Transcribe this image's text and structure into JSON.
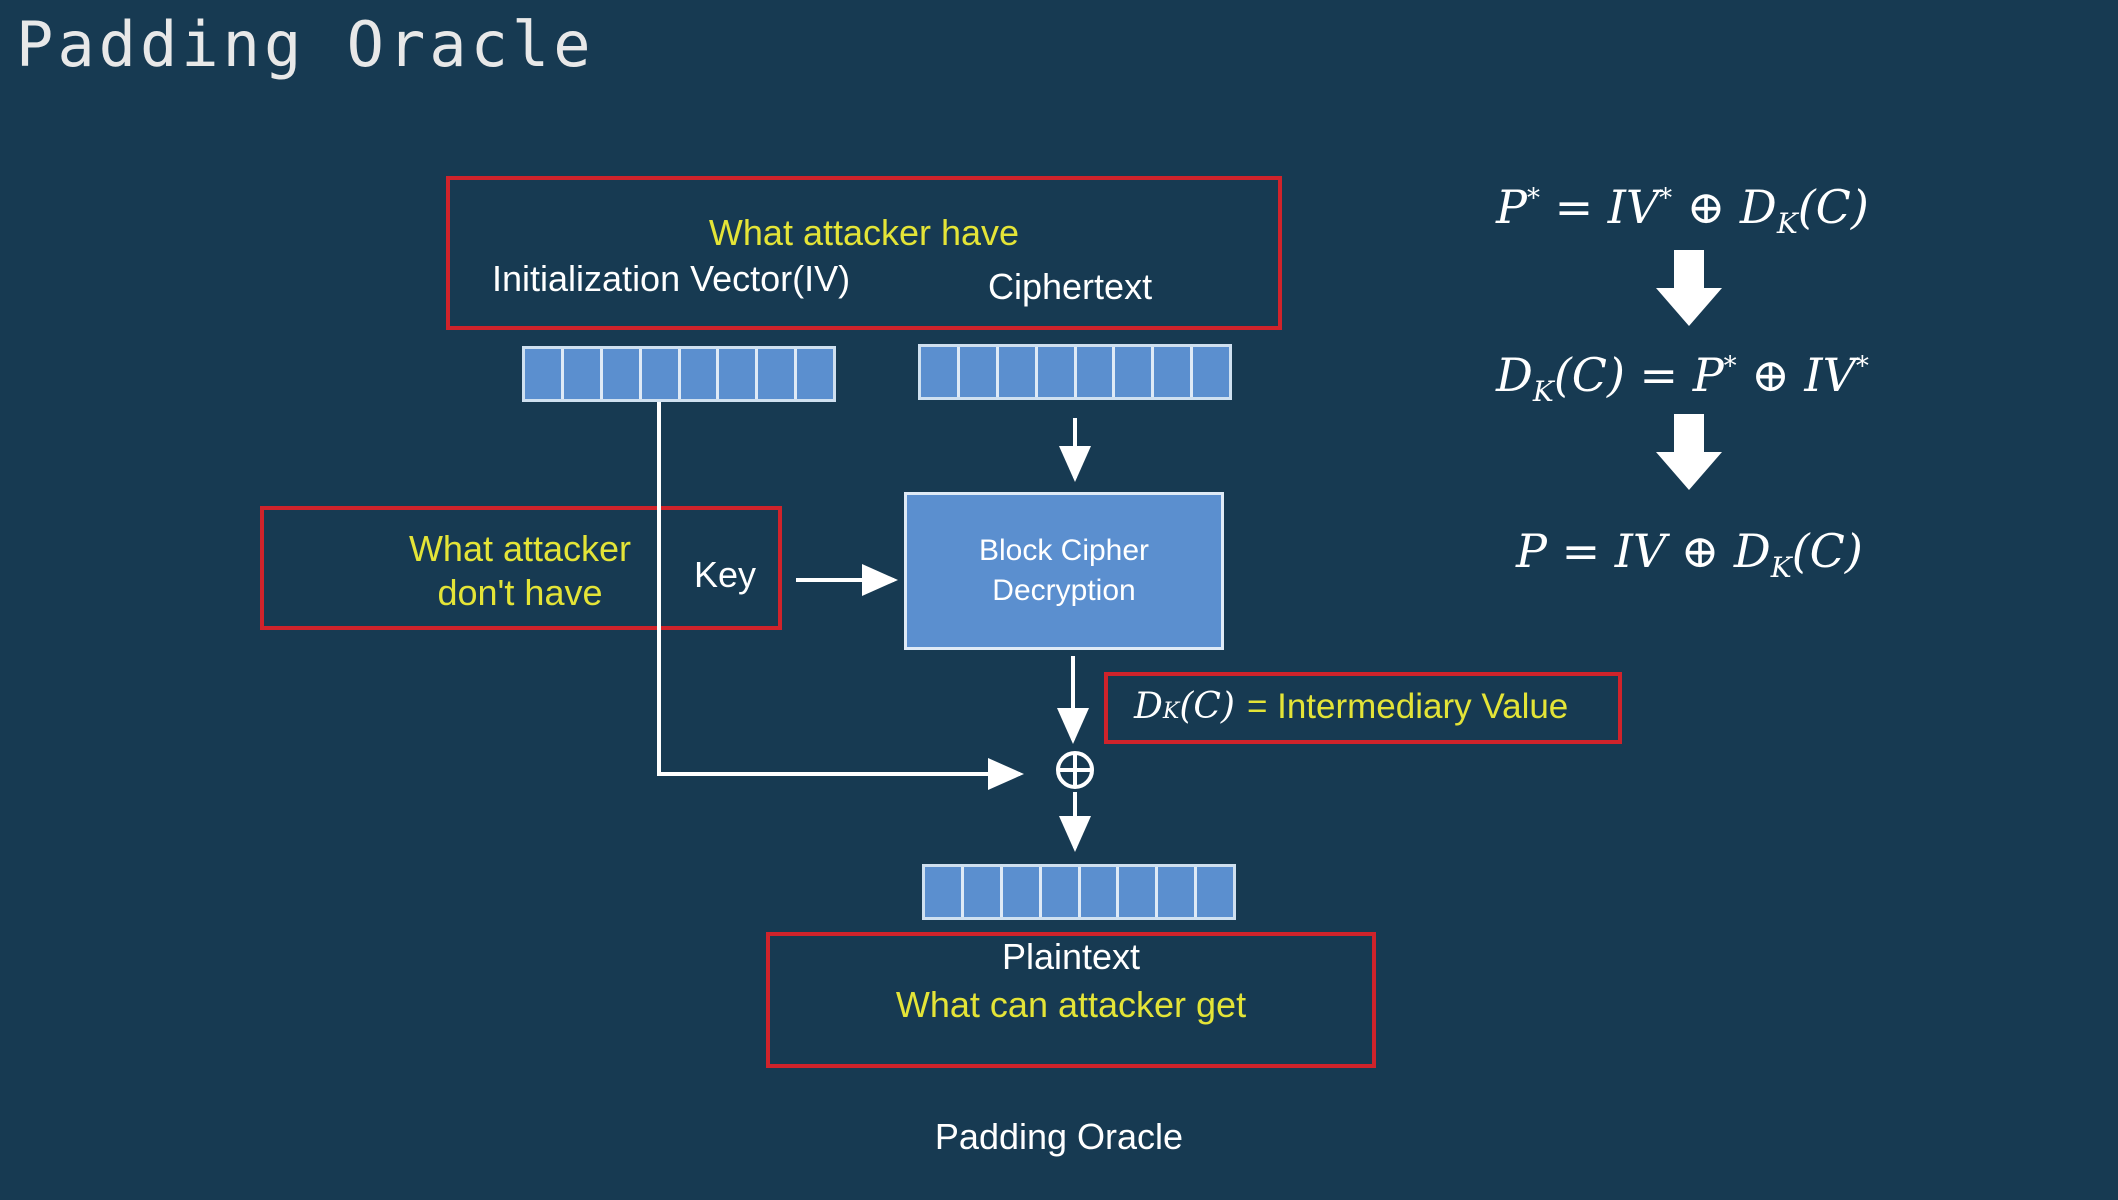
{
  "title": "Padding Oracle",
  "have_box": {
    "heading": "What attacker have",
    "iv_label": "Initialization Vector(IV)",
    "ciphertext_label": "Ciphertext"
  },
  "dont_have_box": {
    "line1": "What attacker",
    "line2": "don't have",
    "key_label": "Key"
  },
  "decrypt_box": {
    "line1": "Block Cipher",
    "line2": "Decryption"
  },
  "intermediary": {
    "lhs_D": "D",
    "lhs_K": "K",
    "lhs_C": "(C)",
    "text": "= Intermediary Value"
  },
  "get_box": {
    "plaintext_label": "Plaintext",
    "heading": "What can attacker get"
  },
  "caption": "Padding Oracle",
  "blocks_per_row": 8,
  "equations": {
    "eq1": "P* = IV* ⊕ DK(C)",
    "eq2": "DK(C) = P* ⊕ IV*",
    "eq3": "P = IV ⊕ DK(C)"
  },
  "colors": {
    "background": "#173a52",
    "highlight_box": "#d0232b",
    "highlight_text": "#e4e437",
    "block": "#5b8fcf"
  }
}
